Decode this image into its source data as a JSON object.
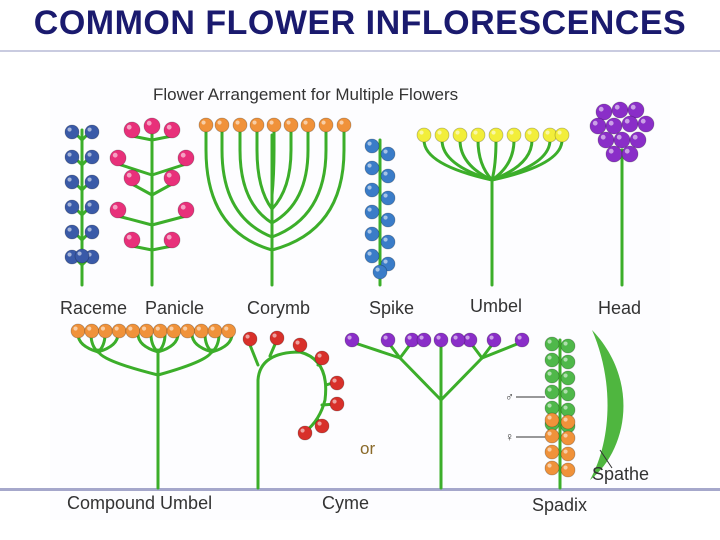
{
  "title": "COMMON FLOWER INFLORESCENCES",
  "subtitle": "Flower Arrangement for Multiple Flowers",
  "labels": {
    "raceme": "Raceme",
    "panicle": "Panicle",
    "corymb": "Corymb",
    "spike": "Spike",
    "umbel": "Umbel",
    "head": "Head",
    "compound_umbel": "Compound Umbel",
    "cyme": "Cyme",
    "or": "or",
    "spadix": "Spadix",
    "spathe": "Spathe",
    "male": "♂",
    "female": "♀"
  },
  "colors": {
    "title": "#1a1a6e",
    "stem": "#3cae2a",
    "raceme_flower": "#3a5aa8",
    "panicle_flower": "#e8307a",
    "corymb_flower": "#f0923a",
    "spike_flower": "#3a7cc8",
    "umbel_flower": "#f2ee3a",
    "head_flower": "#8a2ec8",
    "compound_umbel_flower": "#f0923a",
    "cyme_flower": "#d8302a",
    "cyme2_flower": "#8a2ec8",
    "spadix_male": "#4fb84a",
    "spadix_female": "#f0923a"
  }
}
